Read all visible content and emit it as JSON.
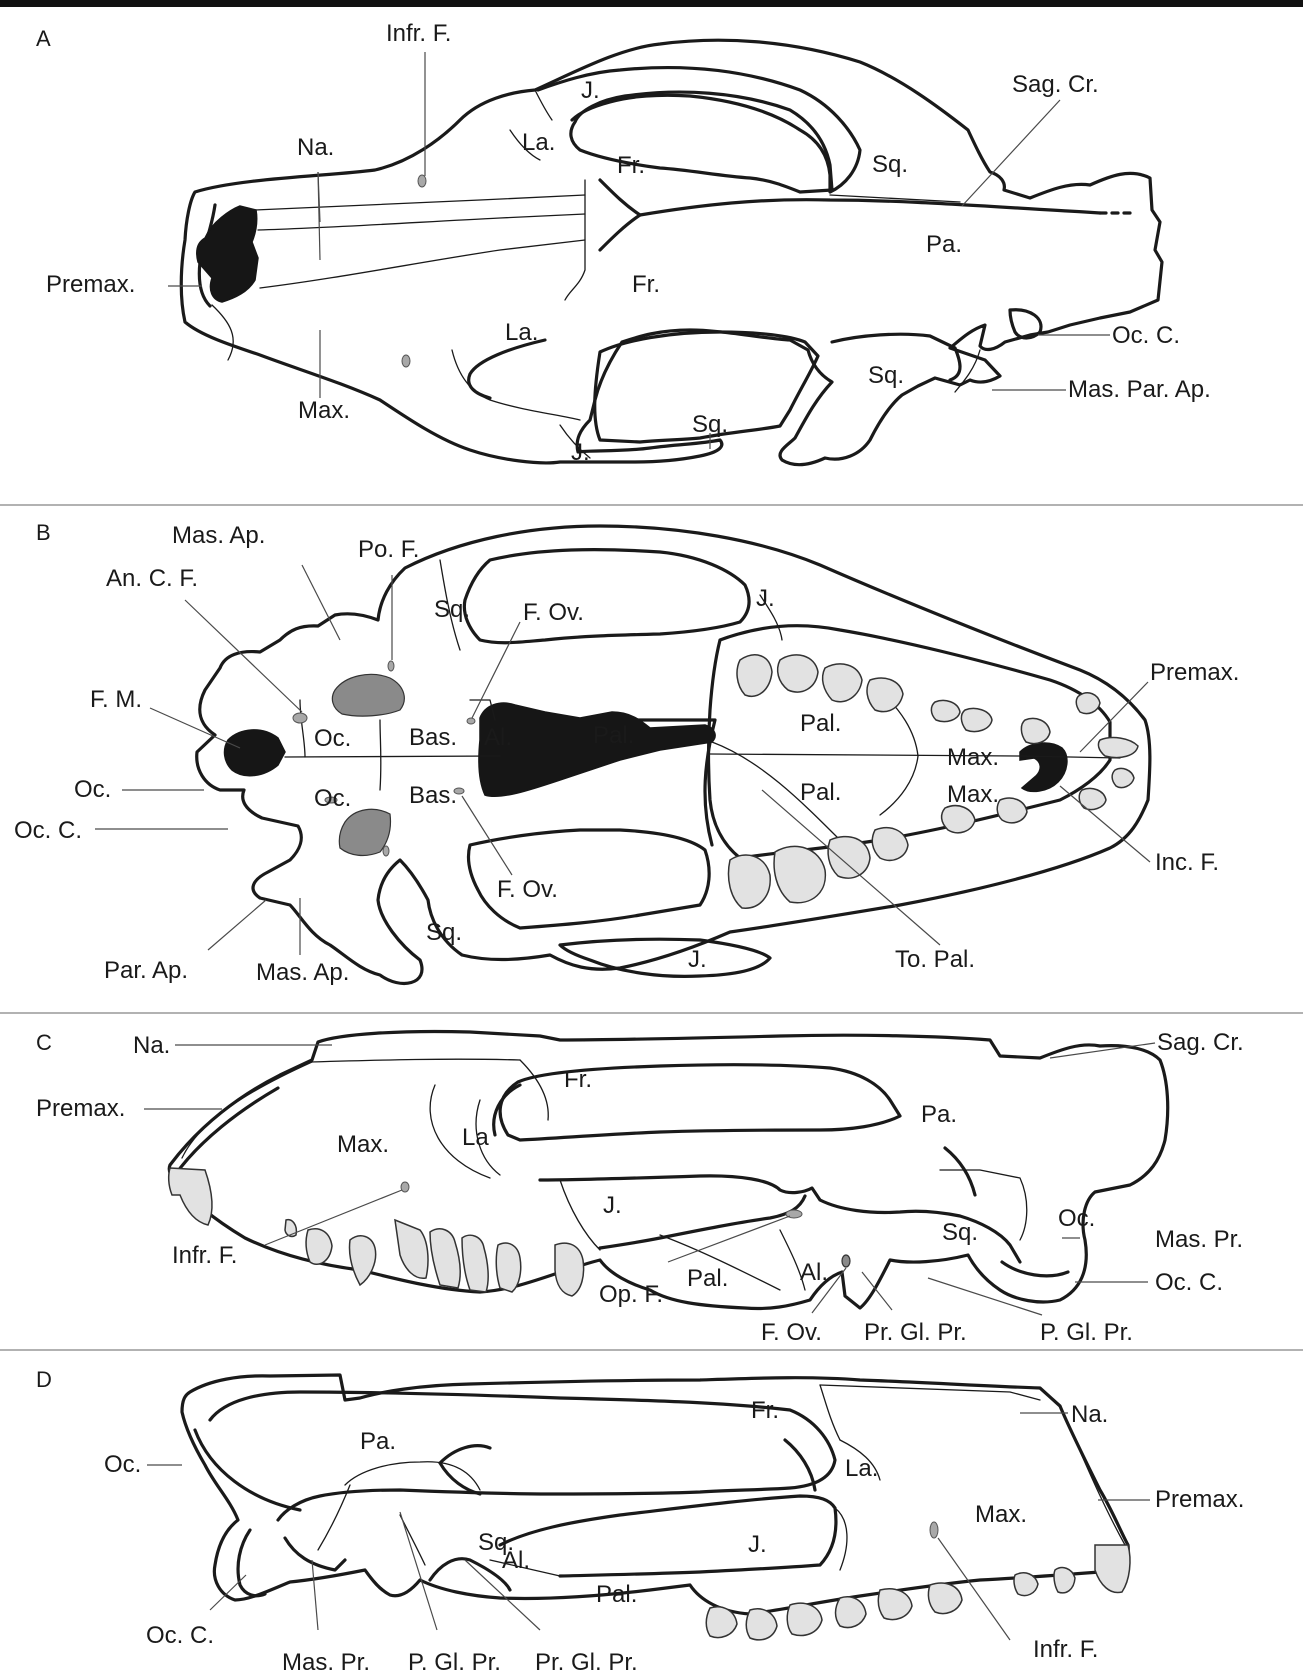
{
  "colors": {
    "line": "#1a1a1a",
    "tooth": "#e2e2e2",
    "opening": "#161616",
    "foramen": "#8a8a8a"
  },
  "panels": {
    "A": {
      "letter": "A",
      "labels": {
        "infr_f": "Infr. F.",
        "sag_cr": "Sag. Cr.",
        "j_top": "J.",
        "la_top": "La.",
        "fr_top": "Fr.",
        "sq_top": "Sq.",
        "na": "Na.",
        "pa": "Pa.",
        "fr_bottom": "Fr.",
        "premax": "Premax.",
        "oc_c": "Oc. C.",
        "la_bottom": "La.",
        "sq_bottom": "Sq.",
        "mas_par_ap": "Mas. Par. Ap.",
        "max": "Max.",
        "sq_small": "Sq.",
        "j_bottom": "J."
      }
    },
    "B": {
      "letter": "B",
      "labels": {
        "mas_ap_top": "Mas. Ap.",
        "po_f": "Po. F.",
        "an_c_f": "An. C. F.",
        "sq_top": "Sq.",
        "f_ov_top": "F. Ov.",
        "j_top": "J.",
        "premax": "Premax.",
        "f_m": "F. M.",
        "oc_top": "Oc.",
        "bas_top": "Bas.",
        "al": "Al.",
        "pal_left": "Pal.",
        "pal_top": "Pal.",
        "max_top": "Max.",
        "oc_left": "Oc.",
        "oc_bottom": "Oc.",
        "bas_bottom": "Bas.",
        "pal_bottom": "Pal.",
        "max_bottom": "Max.",
        "oc_c": "Oc. C.",
        "inc_f": "Inc. F.",
        "f_ov_bottom": "F. Ov.",
        "sq_bottom": "Sq.",
        "par_ap": "Par. Ap.",
        "mas_ap_bottom": "Mas. Ap.",
        "j_bottom": "J.",
        "to_pal": "To. Pal."
      }
    },
    "C": {
      "letter": "C",
      "labels": {
        "na": "Na.",
        "sag_cr": "Sag. Cr.",
        "fr": "Fr.",
        "premax": "Premax.",
        "pa": "Pa.",
        "max": "Max.",
        "la": "La",
        "j": "J.",
        "oc": "Oc.",
        "sq": "Sq.",
        "mas_pr": "Mas. Pr.",
        "infr_f": "Infr. F.",
        "pal": "Pal.",
        "al": "Al.",
        "oc_c": "Oc. C.",
        "op_f": "Op. F.",
        "f_ov": "F. Ov.",
        "pr_gl_pr": "Pr. Gl. Pr.",
        "p_gl_pr": "P. Gl. Pr."
      }
    },
    "D": {
      "letter": "D",
      "labels": {
        "na": "Na.",
        "fr": "Fr.",
        "pa": "Pa.",
        "oc": "Oc.",
        "la": "La.",
        "premax": "Premax.",
        "max": "Max.",
        "sq": "Sq.",
        "j": "J.",
        "al": "Al.",
        "pal": "Pal.",
        "oc_c": "Oc. C.",
        "mas_pr": "Mas. Pr.",
        "p_gl_pr": "P. Gl. Pr.",
        "pr_gl_pr": "Pr. Gl. Pr.",
        "infr_f": "Infr. F."
      }
    }
  }
}
